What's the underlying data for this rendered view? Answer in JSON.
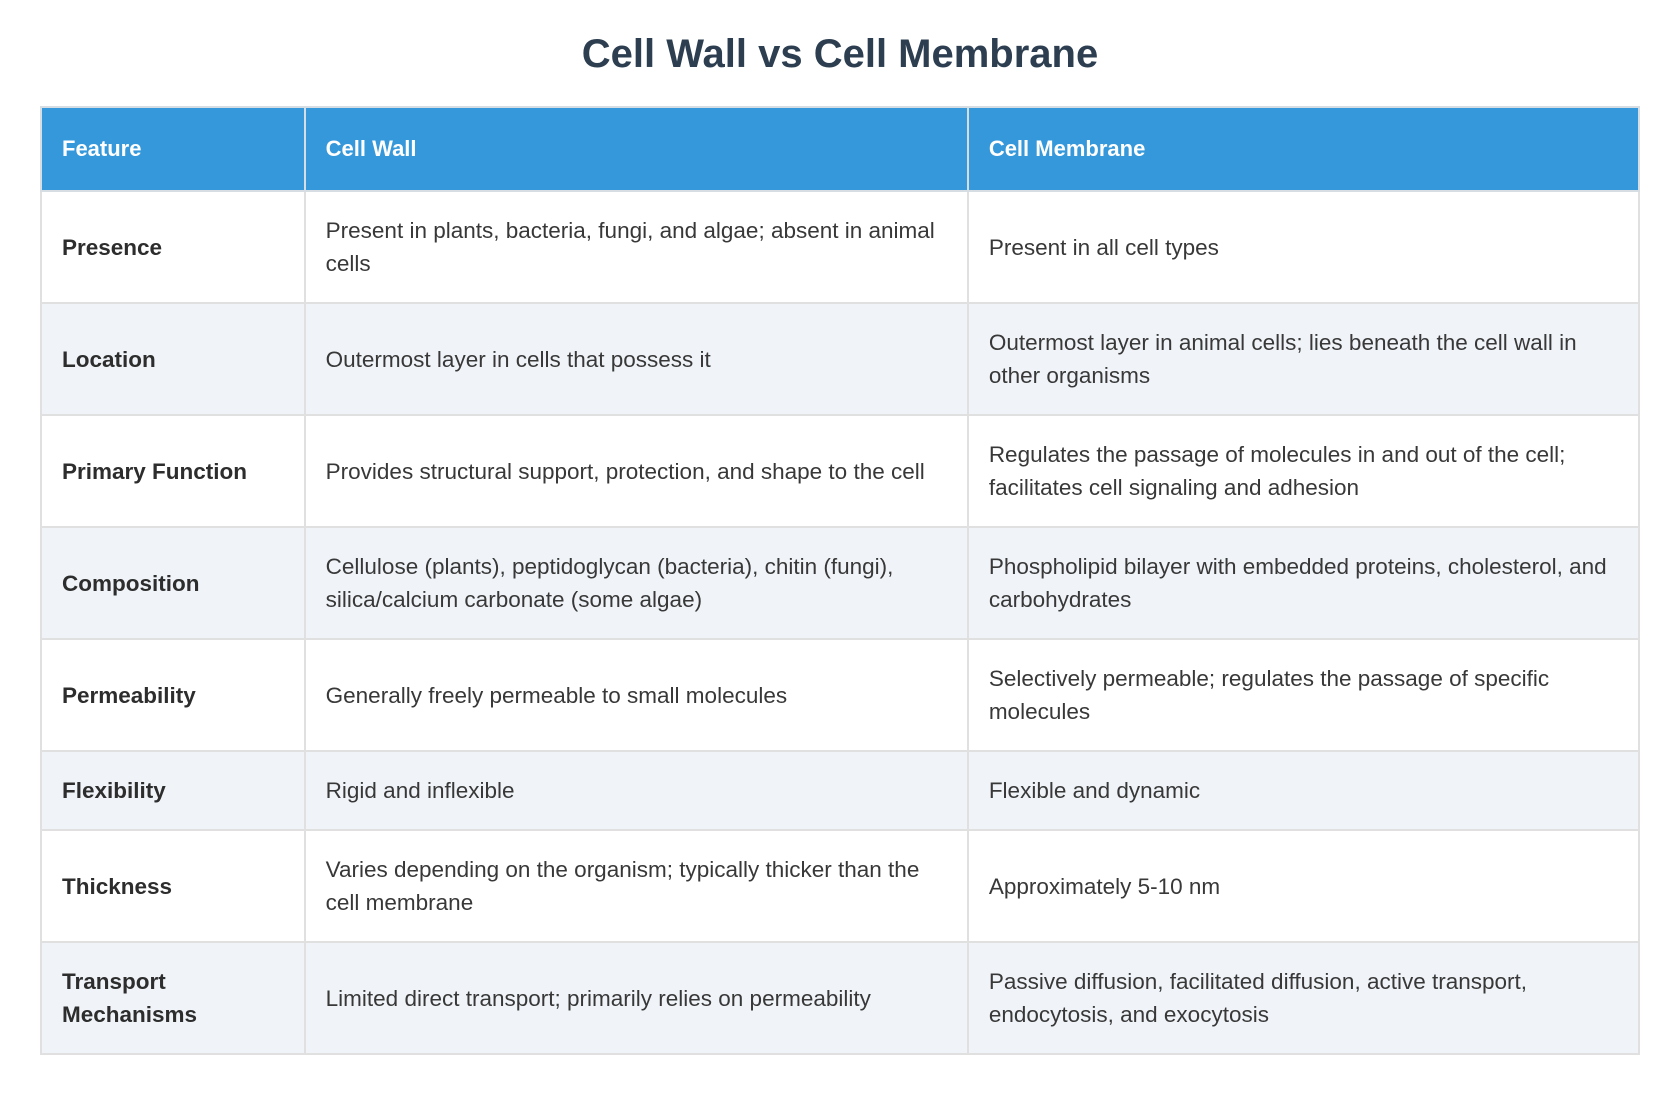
{
  "page": {
    "title": "Cell Wall vs Cell Membrane"
  },
  "colors": {
    "header_bg": "#3498db",
    "header_text": "#ffffff",
    "title_text": "#2c3e50",
    "row_alt_bg": "#f0f4f8",
    "row_bg": "#ffffff",
    "border": "#e0e0e0",
    "body_text": "#383838",
    "feature_text": "#2d2d2d"
  },
  "table": {
    "columns": [
      "Feature",
      "Cell Wall",
      "Cell Membrane"
    ],
    "rows": [
      {
        "feature": "Presence",
        "cell_wall": "Present in plants, bacteria, fungi, and algae; absent in animal cells",
        "cell_membrane": "Present in all cell types"
      },
      {
        "feature": "Location",
        "cell_wall": "Outermost layer in cells that possess it",
        "cell_membrane": "Outermost layer in animal cells; lies beneath the cell wall in other organisms"
      },
      {
        "feature": "Primary Function",
        "cell_wall": "Provides structural support, protection, and shape to the cell",
        "cell_membrane": "Regulates the passage of molecules in and out of the cell; facilitates cell signaling and adhesion"
      },
      {
        "feature": "Composition",
        "cell_wall": "Cellulose (plants), peptidoglycan (bacteria), chitin (fungi), silica/calcium carbonate (some algae)",
        "cell_membrane": "Phospholipid bilayer with embedded proteins, cholesterol, and carbohydrates"
      },
      {
        "feature": "Permeability",
        "cell_wall": "Generally freely permeable to small molecules",
        "cell_membrane": "Selectively permeable; regulates the passage of specific molecules"
      },
      {
        "feature": "Flexibility",
        "cell_wall": "Rigid and inflexible",
        "cell_membrane": "Flexible and dynamic"
      },
      {
        "feature": "Thickness",
        "cell_wall": "Varies depending on the organism; typically thicker than the cell membrane",
        "cell_membrane": "Approximately 5-10 nm"
      },
      {
        "feature": "Transport Mechanisms",
        "cell_wall": "Limited direct transport; primarily relies on permeability",
        "cell_membrane": "Passive diffusion, facilitated diffusion, active transport, endocytosis, and exocytosis"
      }
    ]
  }
}
